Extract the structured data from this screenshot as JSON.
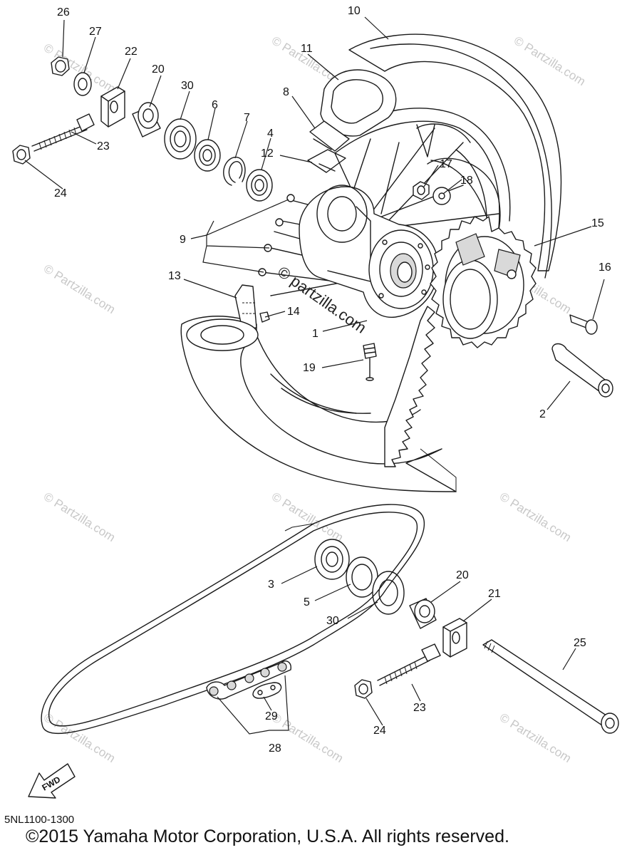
{
  "diagram_code": "5NL1100-1300",
  "copyright": "©2015 Yamaha Motor Corporation, U.S.A. All rights reserved.",
  "watermark": "© Partzilla.com",
  "watermark_main": "© partzilla.com",
  "fwd_label": "FWD",
  "callouts": {
    "c1": "1",
    "c2": "2",
    "c3": "3",
    "c4": "4",
    "c5": "5",
    "c6": "6",
    "c7": "7",
    "c8": "8",
    "c9": "9",
    "c10": "10",
    "c11": "11",
    "c12": "12",
    "c13": "13",
    "c14": "14",
    "c15": "15",
    "c16": "16",
    "c17": "17",
    "c18": "18",
    "c19": "19",
    "c20a": "20",
    "c20b": "20",
    "c21": "21",
    "c22": "22",
    "c23a": "23",
    "c23b": "23",
    "c24a": "24",
    "c24b": "24",
    "c25": "25",
    "c26": "26",
    "c27": "27",
    "c28": "28",
    "c29": "29",
    "c30a": "30",
    "c30b": "30"
  }
}
